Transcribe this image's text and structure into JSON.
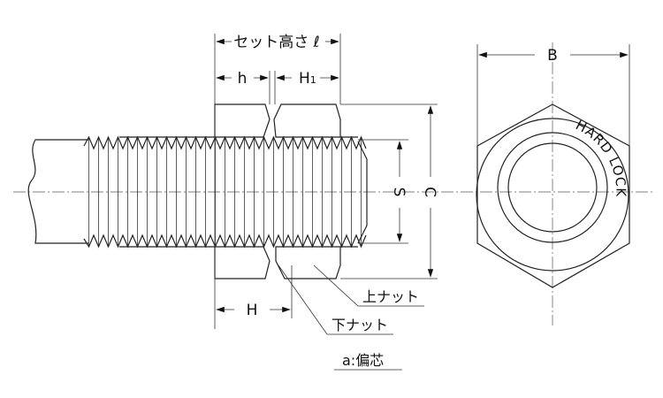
{
  "dimensions": {
    "set_height": "セット高さ ℓ",
    "h": "h",
    "H1": "H",
    "H1_sub": "1",
    "H": "H",
    "S": "S",
    "C": "C",
    "B": "B"
  },
  "labels": {
    "upper_nut": "上ナット",
    "lower_nut": "下ナット",
    "eccentric": "a:偏芯"
  },
  "nut_marking": "HARD LOCK"
}
